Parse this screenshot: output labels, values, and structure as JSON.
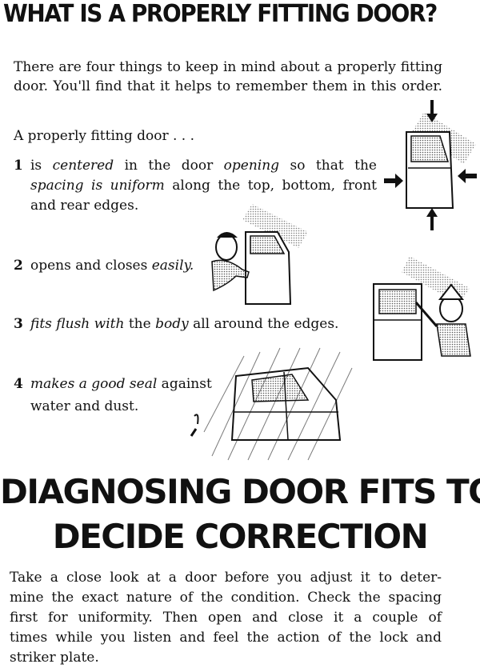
{
  "title": "WHAT IS A PROPERLY FITTING DOOR?",
  "intro": "There are four things to keep in mind about a properly fitting door. You'll find that it helps to remember them in this order.",
  "lead": "A properly fitting door . . .",
  "items": [
    {
      "number": "1",
      "l1a": "is ",
      "l1b": "centered",
      "l1c": " in the door ",
      "l1d": "opening",
      "l1e": " so that the",
      "l2a": "spacing is uniform",
      "l2b": " along the top, bottom, front",
      "l3": "and rear edges."
    },
    {
      "number": "2",
      "a": "opens and closes ",
      "b": "easily."
    },
    {
      "number": "3",
      "a": "fits flush with",
      "b": " the ",
      "c": "body",
      "d": " all around the edges."
    },
    {
      "number": "4",
      "a": "makes a good seal",
      "b": " against",
      "l2": "water and dust."
    }
  ],
  "heading2_line1": "DIAGNOSING DOOR FITS TO",
  "heading2_line2": "DECIDE CORRECTION",
  "body": [
    "Take a close look at a door before you adjust it to deter-",
    "mine the exact nature of the condition. Check the spacing",
    "first for uniformity. Then open and close it a couple of",
    "times while you listen and feel the action of the lock and",
    "striker plate."
  ]
}
